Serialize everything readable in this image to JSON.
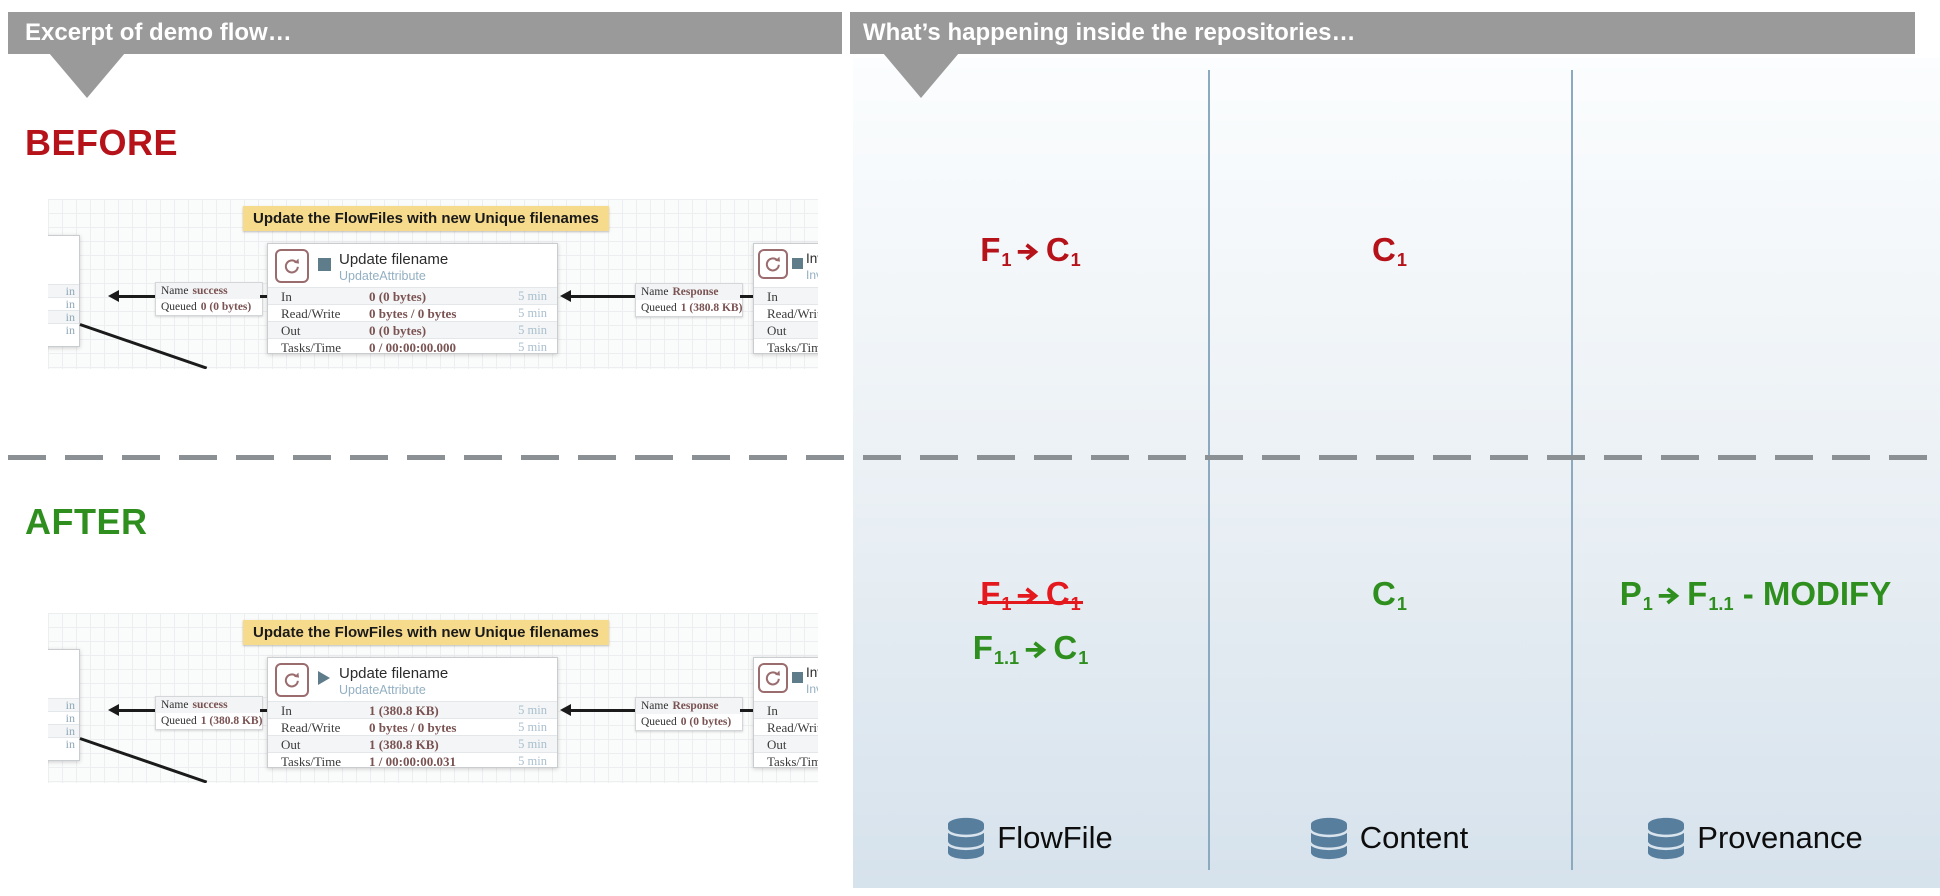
{
  "banners": {
    "left": "Excerpt of demo flow…",
    "right": "What’s happening inside the repositories…"
  },
  "headings": {
    "before": "BEFORE",
    "after": "AFTER"
  },
  "flow_caption": "Update the FlowFiles with new Unique filenames",
  "processor": {
    "title": "Update filename",
    "subtitle": "UpdateAttribute"
  },
  "truncated_processor": {
    "title": "Inv",
    "subtitle": "Inv",
    "row_labels": [
      "In",
      "Read/Write",
      "Out",
      "Tasks/Time"
    ]
  },
  "truncated_left_rows": [
    "in",
    "in",
    "in",
    "in"
  ],
  "stats_window": "5 min",
  "queue_labels": {
    "name": "Name",
    "queued": "Queued"
  },
  "before": {
    "stats": [
      {
        "label": "In",
        "value": "0 (0 bytes)"
      },
      {
        "label": "Read/Write",
        "value": "0 bytes / 0 bytes"
      },
      {
        "label": "Out",
        "value": "0 (0 bytes)"
      },
      {
        "label": "Tasks/Time",
        "value": "0 / 00:00:00.000"
      }
    ],
    "left_queue": {
      "name": "success",
      "queued": "0 (0 bytes)"
    },
    "right_queue": {
      "name": "Response",
      "queued": "1 (380.8 KB)"
    }
  },
  "after": {
    "stats": [
      {
        "label": "In",
        "value": "1 (380.8 KB)"
      },
      {
        "label": "Read/Write",
        "value": "0 bytes / 0 bytes"
      },
      {
        "label": "Out",
        "value": "1 (380.8 KB)"
      },
      {
        "label": "Tasks/Time",
        "value": "1 / 00:00:00.031"
      }
    ],
    "left_queue": {
      "name": "success",
      "queued": "1 (380.8 KB)"
    },
    "right_queue": {
      "name": "Response",
      "queued": "0 (0 bytes)"
    }
  },
  "repos": {
    "before_flowfile": [
      {
        "t": "F"
      },
      {
        "sub": "1"
      },
      {
        "a": true
      },
      {
        "t": "C"
      },
      {
        "sub": "1"
      }
    ],
    "before_content": [
      {
        "t": "C"
      },
      {
        "sub": "1"
      }
    ],
    "after_flowfile_old": [
      {
        "t": "F"
      },
      {
        "sub": "1"
      },
      {
        "a": true
      },
      {
        "t": "C"
      },
      {
        "sub": "1"
      }
    ],
    "after_flowfile_new": [
      {
        "t": "F"
      },
      {
        "sub": "1.1"
      },
      {
        "a": true
      },
      {
        "t": "C"
      },
      {
        "sub": "1"
      }
    ],
    "after_content": [
      {
        "t": "C"
      },
      {
        "sub": "1"
      }
    ],
    "after_provenance": [
      {
        "t": "P"
      },
      {
        "sub": "1"
      },
      {
        "a": true
      },
      {
        "t": "F"
      },
      {
        "sub": "1.1"
      },
      {
        "t": " - MODIFY"
      }
    ],
    "footer": [
      {
        "icon": "database-icon",
        "label": "FlowFile"
      },
      {
        "icon": "database-icon",
        "label": "Content"
      },
      {
        "icon": "database-icon",
        "label": "Provenance"
      }
    ]
  },
  "colors": {
    "banner_gray": "#9A9A9A",
    "red": "#B5121A",
    "strike_red": "#E3191E",
    "green": "#2F8F1E",
    "maroon": "#7A5252",
    "divider_gray": "#8A9094",
    "column_line": "#8BA9BF",
    "db_icon": "#587E9E",
    "caption_bg": "#F7DB8D",
    "subtitle_blue": "#93AFC2",
    "window_blue": "#A9BFCD",
    "state_slate": "#5E7C8A",
    "icon_maroon": "#9A6C6E",
    "panel_top": "#FBFDFE",
    "panel_bottom": "#D6E2EC"
  }
}
